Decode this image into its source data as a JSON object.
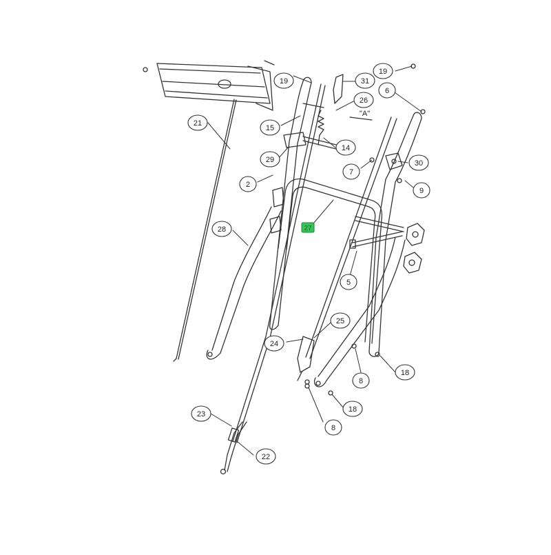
{
  "diagram": {
    "view_marker": "\"A\"",
    "highlight_color": "#3cc25a",
    "line_color": "#333333",
    "callouts": [
      {
        "id": "c19a",
        "label": "19"
      },
      {
        "id": "c19b",
        "label": "19"
      },
      {
        "id": "c31",
        "label": "31"
      },
      {
        "id": "c26",
        "label": "26"
      },
      {
        "id": "c6",
        "label": "6"
      },
      {
        "id": "c15",
        "label": "15"
      },
      {
        "id": "c14",
        "label": "14"
      },
      {
        "id": "c21",
        "label": "21"
      },
      {
        "id": "c29",
        "label": "29"
      },
      {
        "id": "c7",
        "label": "7"
      },
      {
        "id": "c30",
        "label": "30"
      },
      {
        "id": "c2",
        "label": "2"
      },
      {
        "id": "c9",
        "label": "9"
      },
      {
        "id": "c28",
        "label": "28"
      },
      {
        "id": "c5",
        "label": "5"
      },
      {
        "id": "c25",
        "label": "25"
      },
      {
        "id": "c24",
        "label": "24"
      },
      {
        "id": "c8a",
        "label": "8"
      },
      {
        "id": "c18a",
        "label": "18"
      },
      {
        "id": "c18b",
        "label": "18"
      },
      {
        "id": "c8b",
        "label": "8"
      },
      {
        "id": "c23",
        "label": "23"
      },
      {
        "id": "c22",
        "label": "22"
      }
    ],
    "highlight_tag": {
      "label": "27"
    }
  }
}
